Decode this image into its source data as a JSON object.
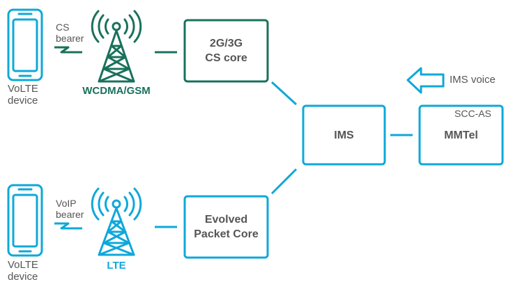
{
  "colors": {
    "green": "#19715c",
    "blue": "#0ea8d9",
    "text": "#555555"
  },
  "top_device": {
    "label_line1": "VoLTE",
    "label_line2": "device",
    "icon": "smartphone-icon"
  },
  "top_bearer": {
    "line1": "CS",
    "line2": "bearer",
    "icon": "zigzag-link-icon"
  },
  "top_tower": {
    "label": "WCDMA/GSM",
    "icon": "radio-tower-icon"
  },
  "cs_core": {
    "line1": "2G/3G",
    "line2": "CS core"
  },
  "bottom_device": {
    "label_line1": "VoLTE",
    "label_line2": "device",
    "icon": "smartphone-icon"
  },
  "bottom_bearer": {
    "line1": "VoIP",
    "line2": "bearer",
    "icon": "zigzag-link-icon"
  },
  "bottom_tower": {
    "label": "LTE",
    "icon": "radio-tower-icon"
  },
  "epc": {
    "line1": "Evolved",
    "line2": "Packet Core"
  },
  "ims": {
    "label": "IMS"
  },
  "mmtel": {
    "label": "MMTel",
    "corner_label": "SCC-AS"
  },
  "ims_voice": {
    "label": "IMS voice",
    "icon": "arrow-left-outline-icon"
  }
}
